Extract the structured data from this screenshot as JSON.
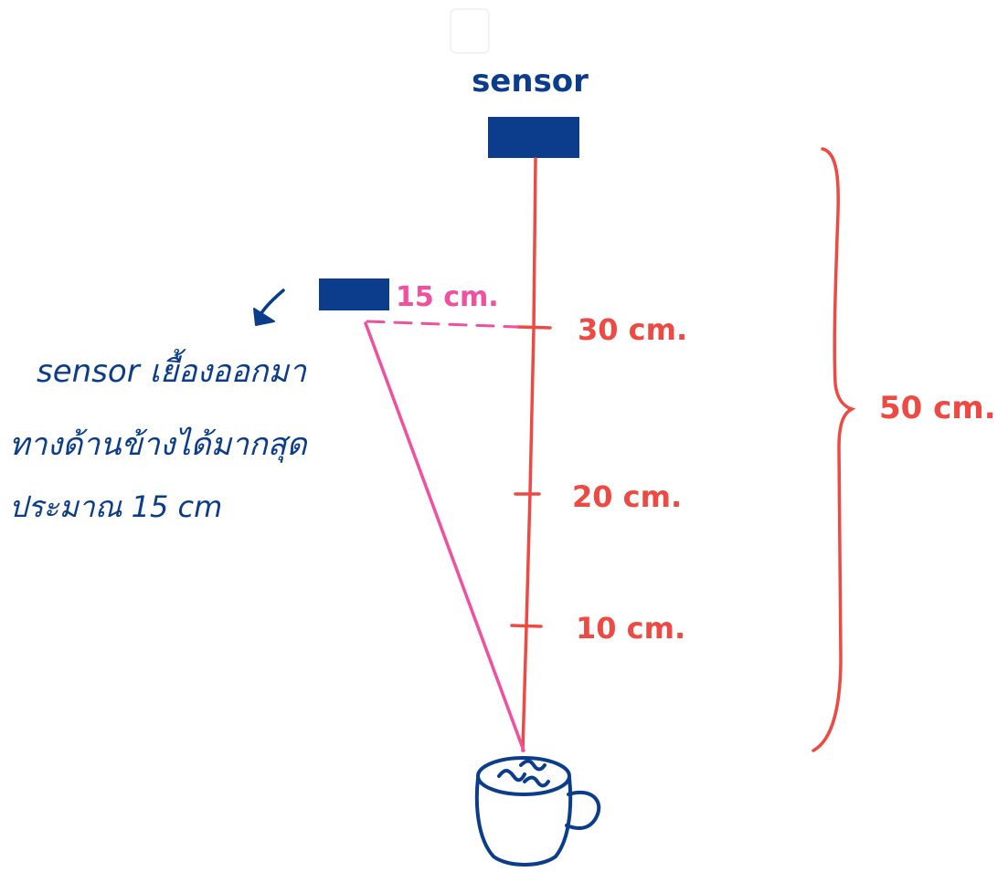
{
  "colors": {
    "navy": "#0b3d8c",
    "red": "#ee4a43",
    "pink": "#f0509f",
    "background": "#ffffff"
  },
  "sensor_label": "sensor",
  "offset_label": "15 cm.",
  "ticks": [
    {
      "label": "30 cm."
    },
    {
      "label": "20 cm."
    },
    {
      "label": "10 cm."
    }
  ],
  "total_label": "50 cm.",
  "note_lines": [
    "sensor เยื้องออกมา",
    "ทางด้านข้างได้มากสุด",
    "ประมาณ   15   cm"
  ],
  "icons": {
    "sensor": "rectangle-sensor-icon",
    "cup": "coffee-cup-icon",
    "arrow": "curved-arrow-icon"
  }
}
